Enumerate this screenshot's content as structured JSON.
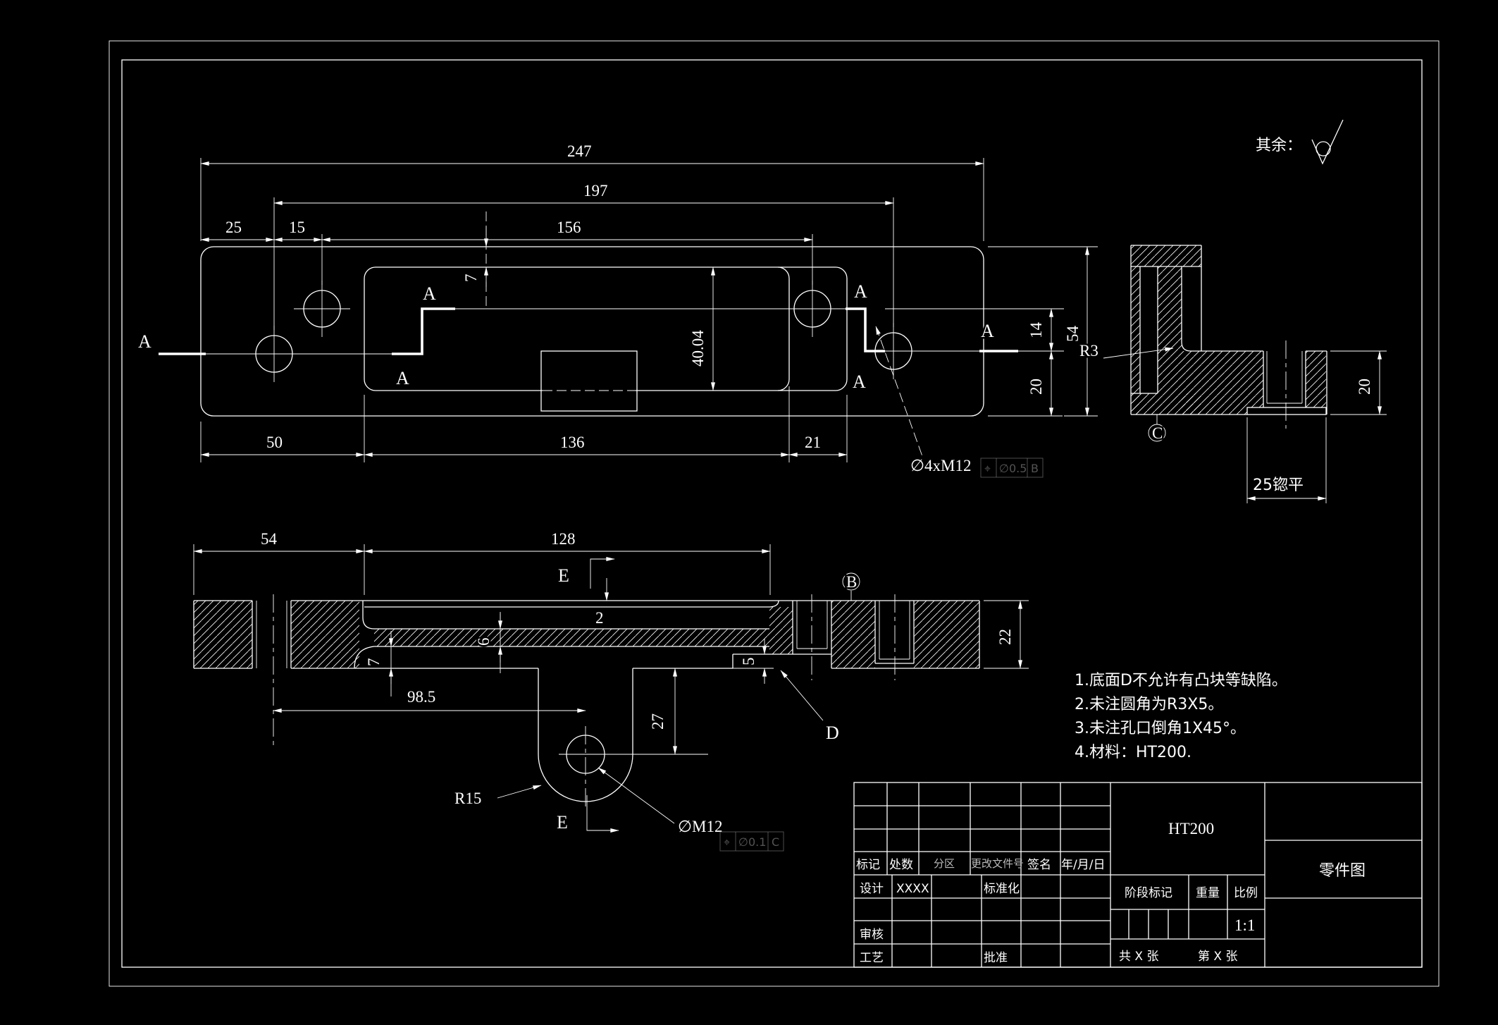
{
  "surface_finish": {
    "label": "其余："
  },
  "top_view": {
    "section_letter": "A",
    "dims": {
      "w247": "247",
      "w197": "197",
      "w156": "156",
      "w25": "25",
      "w15": "15",
      "d7": "7",
      "h4004": "40.04",
      "b50": "50",
      "b136": "136",
      "b21": "21",
      "r14": "14",
      "r20": "20",
      "r54": "54",
      "thread": "∅4xM12"
    },
    "tolerance_box": {
      "sym": "⌖",
      "val": "∅0.5",
      "ref": "B"
    }
  },
  "detail_view": {
    "r3": "R3",
    "d20": "20",
    "spotface": "25锪平",
    "datum_c": "C"
  },
  "section_view": {
    "t54": "54",
    "t128": "128",
    "d2": "2",
    "d6": "6",
    "d7": "7",
    "b985": "98.5",
    "d27": "27",
    "d5": "5",
    "r22": "22",
    "r15": "R15",
    "m12": "∅M12",
    "label_d": "D",
    "label_e": "E",
    "datum_b": "B",
    "tolerance_box": {
      "sym": "⌖",
      "val": "∅0.1",
      "ref": "C"
    }
  },
  "notes": [
    "1.底面D不允许有凸块等缺陷。",
    "2.未注圆角为R3X5。",
    "3.未注孔口倒角1X45°。",
    "4.材料：HT200."
  ],
  "title_block": {
    "mark": "标记",
    "count": "处数",
    "zone": "分区",
    "change_doc": "更改文件号",
    "sign": "签名",
    "date": "年/月/日",
    "design": "设计",
    "designer": "XXXX",
    "standardize": "标准化",
    "audit": "审核",
    "process": "工艺",
    "approve": "批准",
    "material": "HT200",
    "stage_mark": "阶段标记",
    "weight": "重量",
    "scale_label": "比例",
    "scale_value": "1:1",
    "sheets_total": "共  X  张",
    "sheet_no": "第  X  张",
    "doc_type": "零件图"
  }
}
